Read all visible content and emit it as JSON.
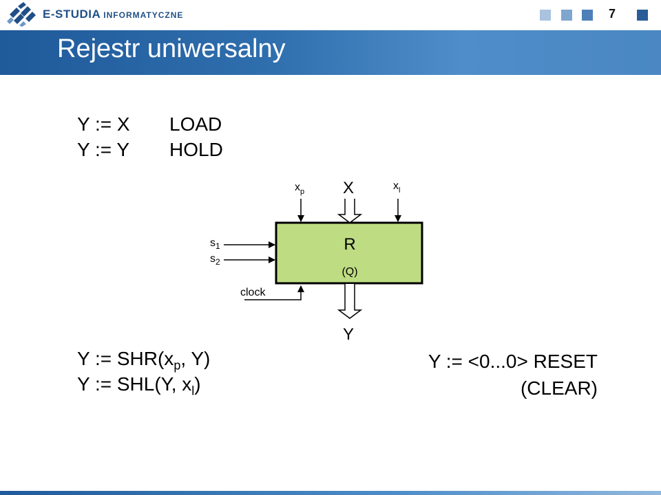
{
  "header": {
    "brand_main": "E-STUDIA",
    "brand_sub": "INFORMATYCZNE",
    "page_number": "7",
    "square_colors": [
      "#a9c3de",
      "#7fa6cf",
      "#4d80b8",
      "#2a5d97"
    ]
  },
  "slide": {
    "title": "Rejestr uniwersalny"
  },
  "operations": {
    "load": {
      "expr": "Y := X",
      "name": "LOAD"
    },
    "hold": {
      "expr": "Y := Y",
      "name": "HOLD"
    },
    "shr": {
      "prefix": "Y :=  SHR(x",
      "sub": "p",
      "suffix": ", Y)"
    },
    "shl": {
      "prefix": "Y :=  SHL(Y, x",
      "sub": "l",
      "suffix": ")"
    },
    "reset": {
      "line1": "Y := <0...0> RESET",
      "line2": "(CLEAR)"
    }
  },
  "diagram": {
    "block_label": "R",
    "block_sublabel": "(Q)",
    "block_color": "#bedc82",
    "input_x": "X",
    "output_y": "Y",
    "xp_base": "x",
    "xp_sub": "p",
    "xl_base": "x",
    "xl_sub": "l",
    "s1_base": "s",
    "s1_sub": "1",
    "s2_base": "s",
    "s2_sub": "2",
    "clock": "clock"
  }
}
